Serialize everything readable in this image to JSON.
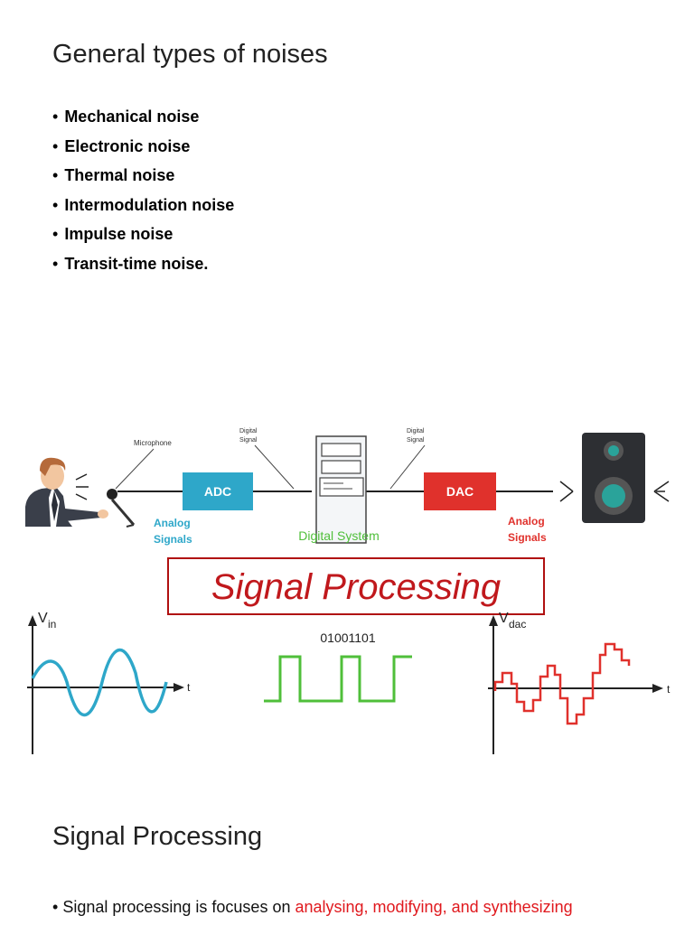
{
  "section1": {
    "title": "General types of noises",
    "bullet": "•",
    "items": [
      "Mechanical noise",
      "Electronic noise",
      "Thermal noise",
      "Intermodulation noise",
      "Impulse noise",
      "Transit-time noise."
    ]
  },
  "diagram": {
    "microphone_label": "Microphone",
    "digital_signal_label_1": "Digital\nSignal",
    "digital_signal_label_2": "Digital\nSignal",
    "adc_label": "ADC",
    "dac_label": "DAC",
    "analog_signals_in": "Analog\nSignals",
    "analog_signals_out": "Analog\nSignals",
    "digital_system_label": "Digital System",
    "banner_title": "Signal Processing",
    "vin_label": "V",
    "vin_sub": "in",
    "vdac_label": "V",
    "vdac_sub": "dac",
    "t_label": "t",
    "binary_label": "01001101",
    "colors": {
      "adc": "#2ea7c9",
      "dac": "#e0312c",
      "digital": "#4fbf3a",
      "analog_in": "#2ea7c9",
      "analog_out": "#e0312c",
      "banner_text": "#c0181c",
      "banner_border": "#b01010"
    }
  },
  "section2": {
    "title": "Signal Processing",
    "bullet": "•",
    "text_plain": "Signal processing is focuses on ",
    "text_highlight": "analysing, modifying, and synthesizing"
  }
}
